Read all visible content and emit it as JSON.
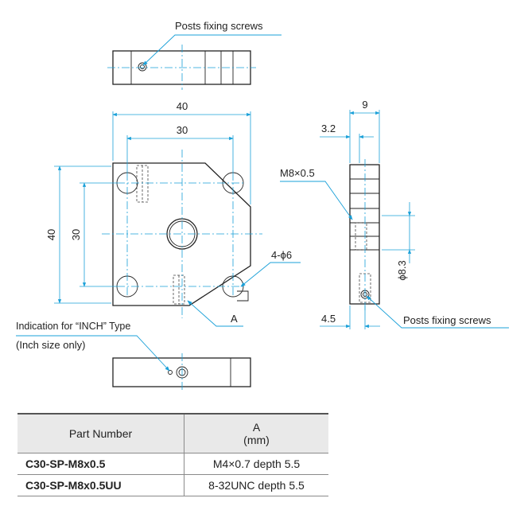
{
  "callouts": {
    "posts_fixing_top": "Posts fixing screws",
    "posts_fixing_side": "Posts fixing screws",
    "thread": "M8×0.5",
    "holes": "4-ϕ6",
    "a_mark": "A",
    "inch_line1": "Indication for “INCH” Type",
    "inch_line2": "(Inch size only)"
  },
  "dimensions": {
    "front_width_outer": "40",
    "front_width_inner": "30",
    "front_height_outer": "40",
    "front_height_inner": "30",
    "side_width": "9",
    "side_offset": "3.2",
    "side_bottom": "4.5",
    "side_height": "ϕ8.3"
  },
  "table": {
    "header_part": "Part Number",
    "header_a": "A",
    "header_a_unit": "(mm)",
    "rows": [
      {
        "part": "C30-SP-M8x0.5",
        "a": "M4×0.7 depth 5.5"
      },
      {
        "part": "C30-SP-M8x0.5UU",
        "a": "8-32UNC depth 5.5"
      }
    ]
  },
  "colors": {
    "dimension_lines": "#1aa0d8",
    "header_fill": "#e9e9e9"
  }
}
